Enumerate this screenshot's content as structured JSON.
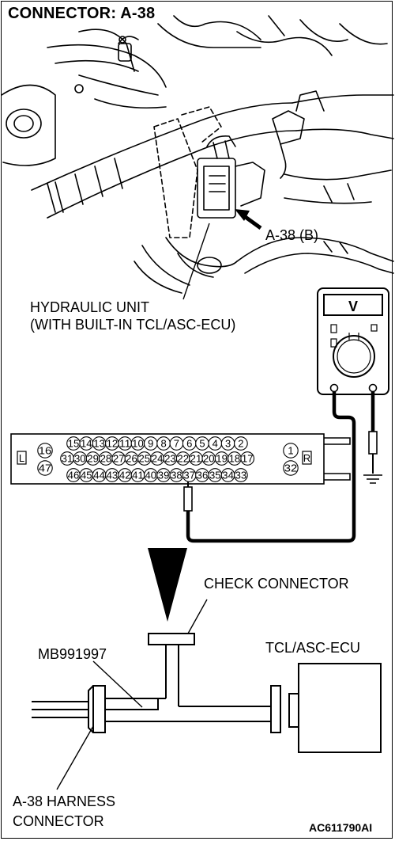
{
  "title": "CONNECTOR: A-38",
  "labels": {
    "connector_callout": "A-38 (B)",
    "hydraulic_unit_line1": "HYDRAULIC UNIT",
    "hydraulic_unit_line2": "(WITH BUILT-IN TCL/ASC-ECU)",
    "check_connector": "CHECK CONNECTOR",
    "adapter": "MB991997",
    "ecu": "TCL/ASC-ECU",
    "harness_line1": "A-38 HARNESS",
    "harness_line2": "CONNECTOR",
    "figure_code": "AC611790AI"
  },
  "meter": {
    "mode_symbol": "V"
  },
  "connector_face": {
    "left_marker": "L",
    "right_marker": "R",
    "left_pins": [
      "16",
      "47"
    ],
    "right_pins": [
      "1",
      "32"
    ],
    "row1": [
      "15",
      "14",
      "13",
      "12",
      "11",
      "10",
      "9",
      "8",
      "7",
      "6",
      "5",
      "4",
      "3",
      "2"
    ],
    "row2": [
      "31",
      "30",
      "29",
      "28",
      "27",
      "26",
      "25",
      "24",
      "23",
      "22",
      "21",
      "20",
      "19",
      "18",
      "17"
    ],
    "row3": [
      "46",
      "45",
      "44",
      "43",
      "42",
      "41",
      "40",
      "39",
      "38",
      "37",
      "36",
      "35",
      "34",
      "33"
    ]
  }
}
